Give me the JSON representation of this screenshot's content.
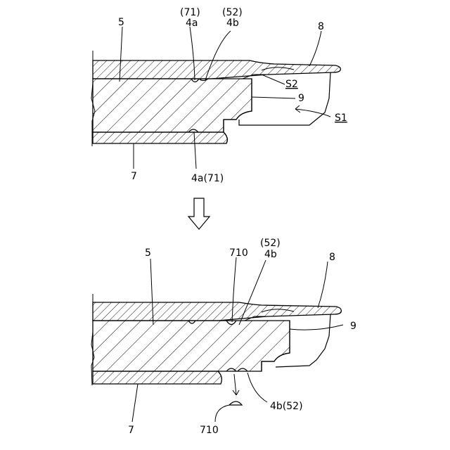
{
  "top_labels": {
    "l5": "5",
    "l71": "(71)",
    "l4a": "4a",
    "l52": "(52)",
    "l4b": "4b",
    "l8": "8",
    "lS2": "S2",
    "l9": "9",
    "lS1": "S1",
    "l7": "7",
    "l4a71": "4a(71)"
  },
  "bottom_labels": {
    "l5": "5",
    "l710a": "710",
    "l52": "(52)",
    "l4b": "4b",
    "l8": "8",
    "l9": "9",
    "l4b52": "4b(52)",
    "l7": "7",
    "l710b": "710"
  }
}
